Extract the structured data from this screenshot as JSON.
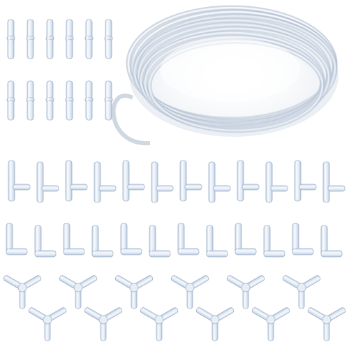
{
  "image": {
    "background_color": "#ffffff",
    "plastic_fill": "#e7eef6",
    "plastic_edge": "#9fb2c8",
    "plastic_highlight": "#f8fbff",
    "tube_color": "#cfd9e6",
    "tube_edge": "#a7b6c9"
  },
  "product_groups": {
    "straight_connectors": {
      "count": 12,
      "rows": 2,
      "per_row": 6
    },
    "tubing_coil": {
      "count": 1
    },
    "tee_connectors": {
      "count": 12
    },
    "elbow_connectors": {
      "count": 12
    },
    "y_connectors": {
      "count": 12
    }
  }
}
